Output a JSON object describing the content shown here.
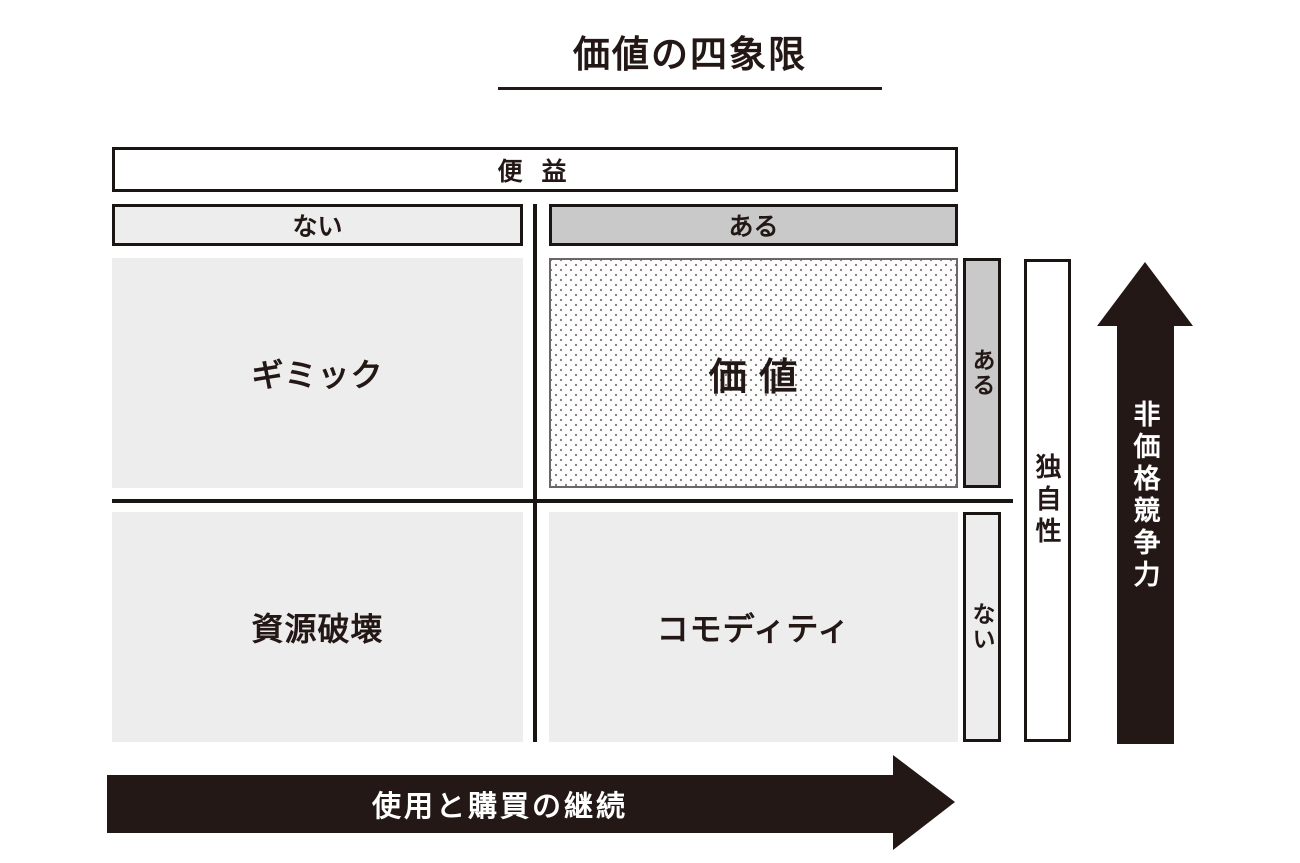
{
  "diagram": {
    "title": "価値の四象限",
    "benefit_axis": {
      "label": "便 益",
      "no": "ない",
      "yes": "ある"
    },
    "uniqueness_axis": {
      "label": "独自性",
      "yes": "ある",
      "no": "ない"
    },
    "quadrants": {
      "top_left": "ギミック",
      "top_right": "価 値",
      "bottom_left": "資源破壊",
      "bottom_right": "コモディティ"
    },
    "arrows": {
      "vertical": "非価格競争力",
      "horizontal": "使用と購買の継続"
    },
    "colors": {
      "ink": "#231815",
      "light_gray": "#ededed",
      "mid_gray": "#c9c9c9",
      "dot_pattern": "#8a8583",
      "white": "#ffffff"
    }
  }
}
